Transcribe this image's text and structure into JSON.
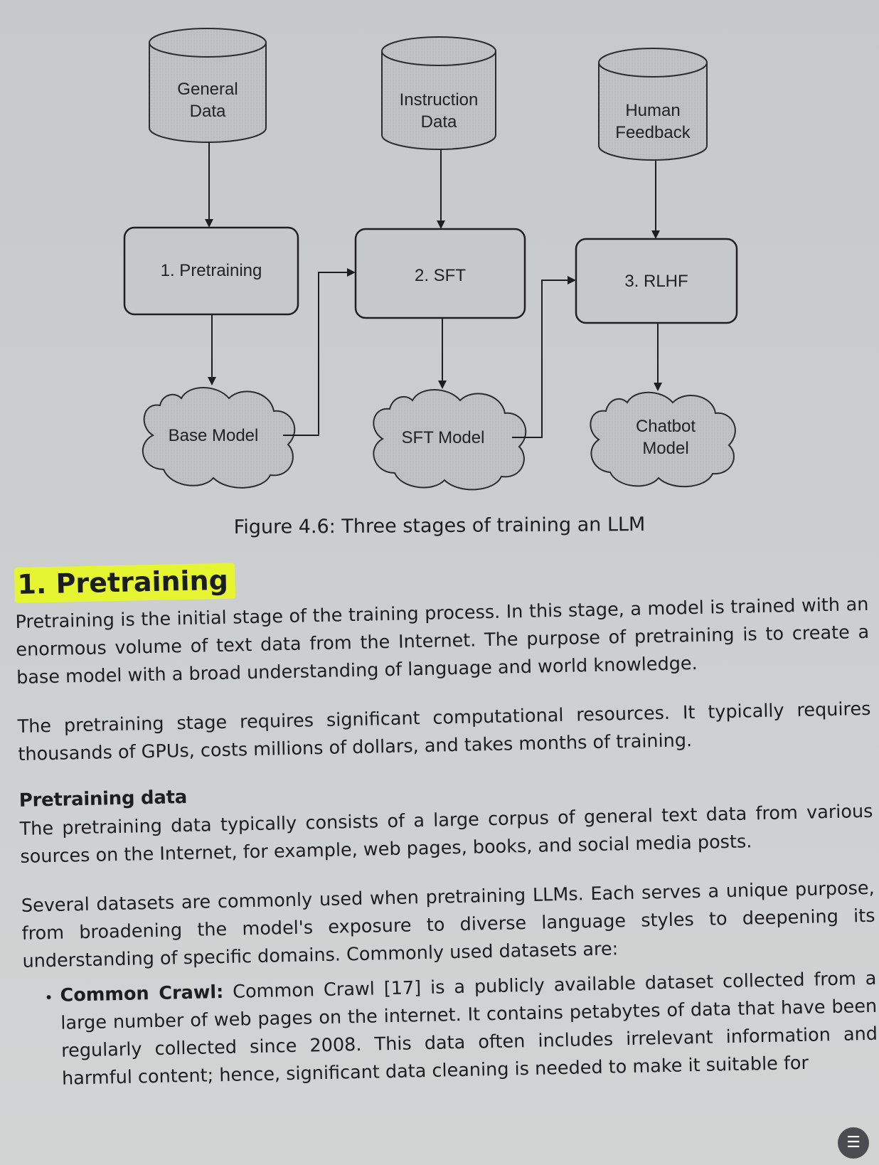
{
  "figure": {
    "data_sources": [
      {
        "label": "General\nData"
      },
      {
        "label": "Instruction\nData"
      },
      {
        "label": "Human\nFeedback"
      }
    ],
    "stages": [
      {
        "label": "1. Pretraining"
      },
      {
        "label": "2. SFT"
      },
      {
        "label": "3. RLHF"
      }
    ],
    "models": [
      {
        "label": "Base Model"
      },
      {
        "label": "SFT Model"
      },
      {
        "label": "Chatbot\nModel"
      }
    ],
    "caption": "Figure 4.6: Three stages of training an LLM"
  },
  "section": {
    "title": "1. Pretraining",
    "paragraphs": [
      "Pretraining is the initial stage of the training process. In this stage, a model is trained with an enormous volume of text data from the Internet. The purpose of pretraining is to create a base model with a broad understanding of language and world knowledge.",
      "The pretraining stage requires significant computational resources. It typically requires thousands of GPUs, costs millions of dollars, and takes months of training."
    ],
    "subheading": "Pretraining data",
    "data_paragraphs": [
      "The pretraining data typically consists of a large corpus of general text data from various sources on the Internet, for example, web pages, books, and social media posts.",
      "Several datasets are commonly used when pretraining LLMs. Each serves a unique purpose, from broadening the model's exposure to diverse language styles to deepening its understanding of specific domains. Commonly used datasets are:"
    ],
    "bullets": [
      {
        "term": "Common Crawl:",
        "text": " Common Crawl [17] is a publicly available dataset collected from a large number of web pages on the internet. It contains petabytes of data that have been regularly collected since 2008. This data often includes irrelevant information and harmful content; hence, significant data cleaning is needed to make it suitable for"
      }
    ]
  },
  "colors": {
    "page_background": "#cbcecf",
    "node_fill": "#c0c3c4",
    "highlight": "#e6f532",
    "ink": "#1b1d1e"
  },
  "icons": {
    "scan": "text-scan-icon"
  }
}
